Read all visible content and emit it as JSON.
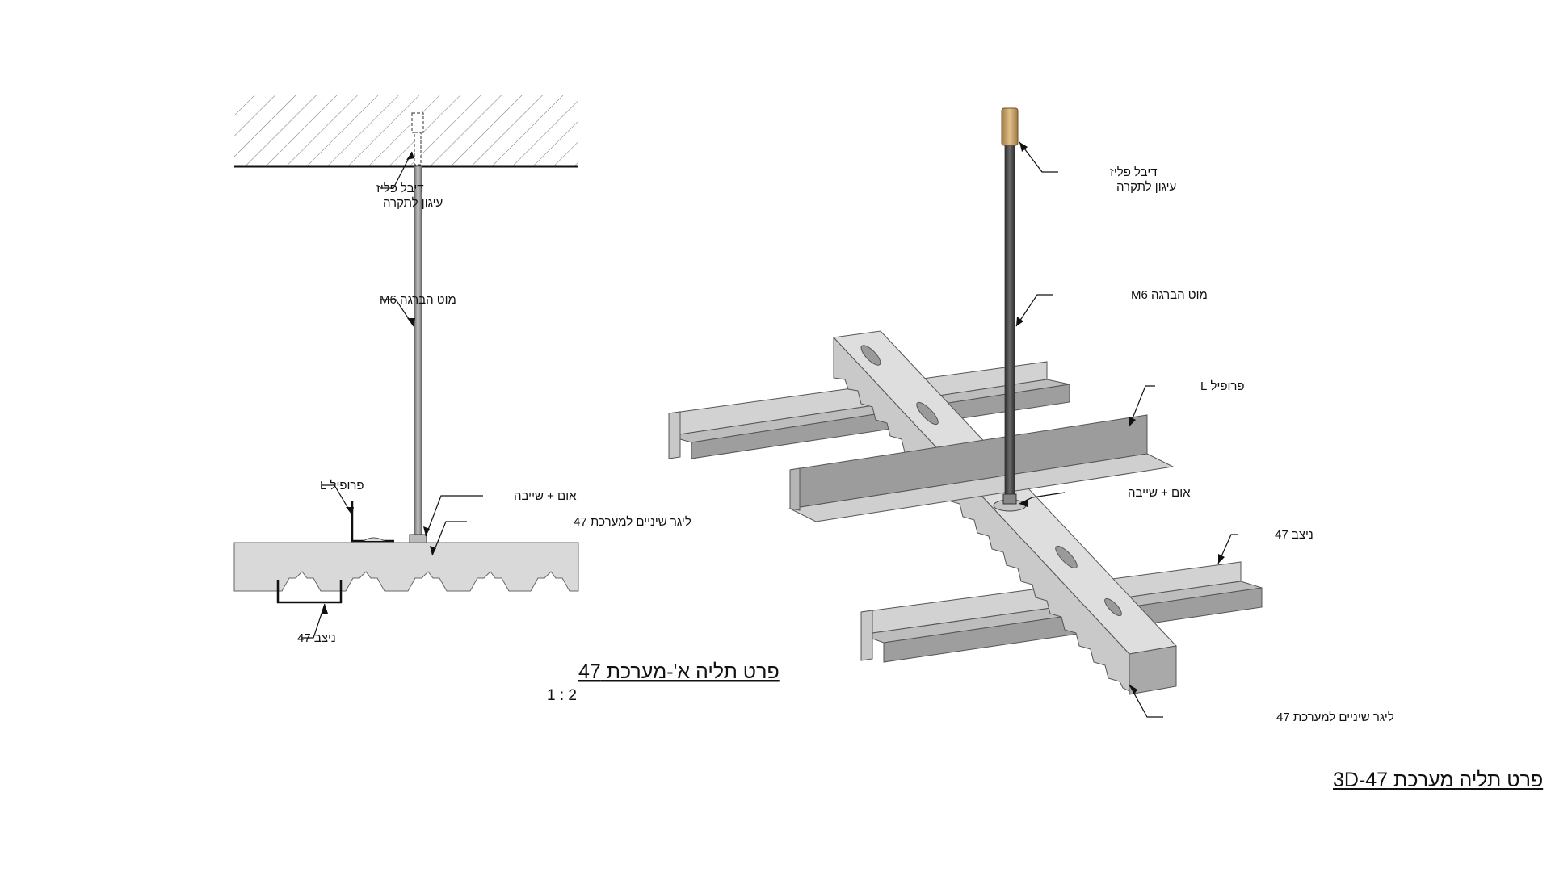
{
  "detail_2d": {
    "title": "פרט תליה א'-מערכת 47",
    "scale": "1 : 2",
    "labels": {
      "anchor_line1": "דיבל פליז",
      "anchor_line2": "עיגון לתקרה",
      "rod": "מוט הברגה M6",
      "l_profile": "פרופיל L",
      "nut_washer": "אום + שייבה",
      "toothed_runner": "ליגר שיניים למערכת 47",
      "stud": "ניצב 47"
    }
  },
  "detail_3d": {
    "title": "פרט תליה מערכת 3D-47",
    "labels": {
      "anchor_line1": "דיבל פליז",
      "anchor_line2": "עיגון לתקרה",
      "rod": "מוט הברגה M6",
      "l_profile": "פרופיל L",
      "nut_washer": "אום + שייבה",
      "stud": "ניצב 47",
      "toothed_runner": "ליגר שיניים למערכת 47"
    }
  },
  "colors": {
    "line": "#111111",
    "steel_light": "#d9d9d9",
    "steel_mid": "#b8b8b8",
    "steel_dark": "#8f8f8f",
    "rod_dark": "#4a4a4a",
    "brass": "#c9a36a"
  }
}
